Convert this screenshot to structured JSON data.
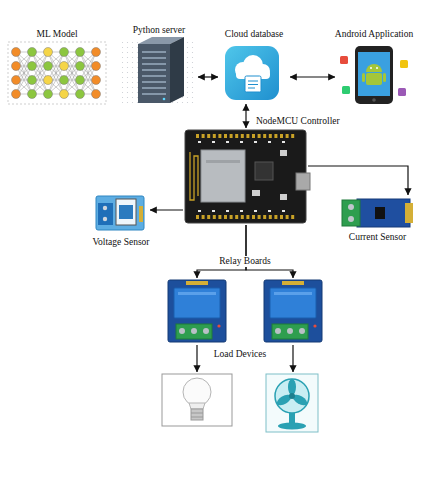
{
  "diagram": {
    "nodes": [
      {
        "text": [
          "ML Model"
        ]
      },
      {
        "text": [
          "Python server"
        ]
      },
      {
        "text": [
          "Cloud database"
        ]
      },
      {
        "text": [
          "Android Application"
        ]
      },
      {
        "text": [
          "NodeMCU Controller"
        ]
      },
      {
        "text": [
          "Voltage Sensor"
        ]
      },
      {
        "text": [
          "Current Sensor"
        ]
      },
      {
        "text": [
          "Relay Boards"
        ]
      },
      {
        "text": [],
        "in": 7
      },
      {
        "text": [],
        "in": 7
      },
      {
        "text": [
          "Load Devices"
        ]
      },
      {
        "text": [],
        "in": 10
      },
      {
        "text": [],
        "in": 10
      }
    ],
    "edges": [
      {
        "from": 1,
        "to": 2,
        "arrow": "both"
      },
      {
        "from": 2,
        "to": 3,
        "arrow": "both"
      },
      {
        "from": 2,
        "to": 4,
        "arrow": "both"
      },
      {
        "from": 4,
        "to": 5,
        "arrow": "to"
      },
      {
        "from": 4,
        "to": 6,
        "arrow": "to"
      },
      {
        "from": 4,
        "to": 8,
        "arrow": "to"
      },
      {
        "from": 4,
        "to": 9,
        "arrow": "to"
      },
      {
        "from": 8,
        "to": 11,
        "arrow": "to"
      },
      {
        "from": 9,
        "to": 12,
        "arrow": "to"
      }
    ]
  }
}
